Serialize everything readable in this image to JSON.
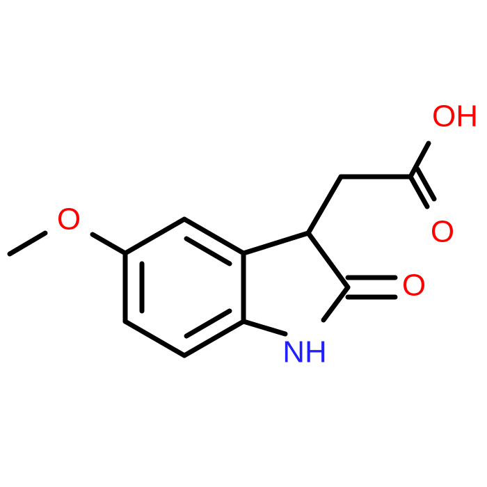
{
  "molecule": {
    "labels": {
      "hydroxyl": "OH",
      "carboxyl_oxygen": "O",
      "lactam_oxygen": "O",
      "methoxy_oxygen": "O",
      "amine": "NH"
    },
    "colors": {
      "bond": "#000000",
      "oxygen": "#ff0000",
      "nitrogen": "#2020ff"
    }
  }
}
